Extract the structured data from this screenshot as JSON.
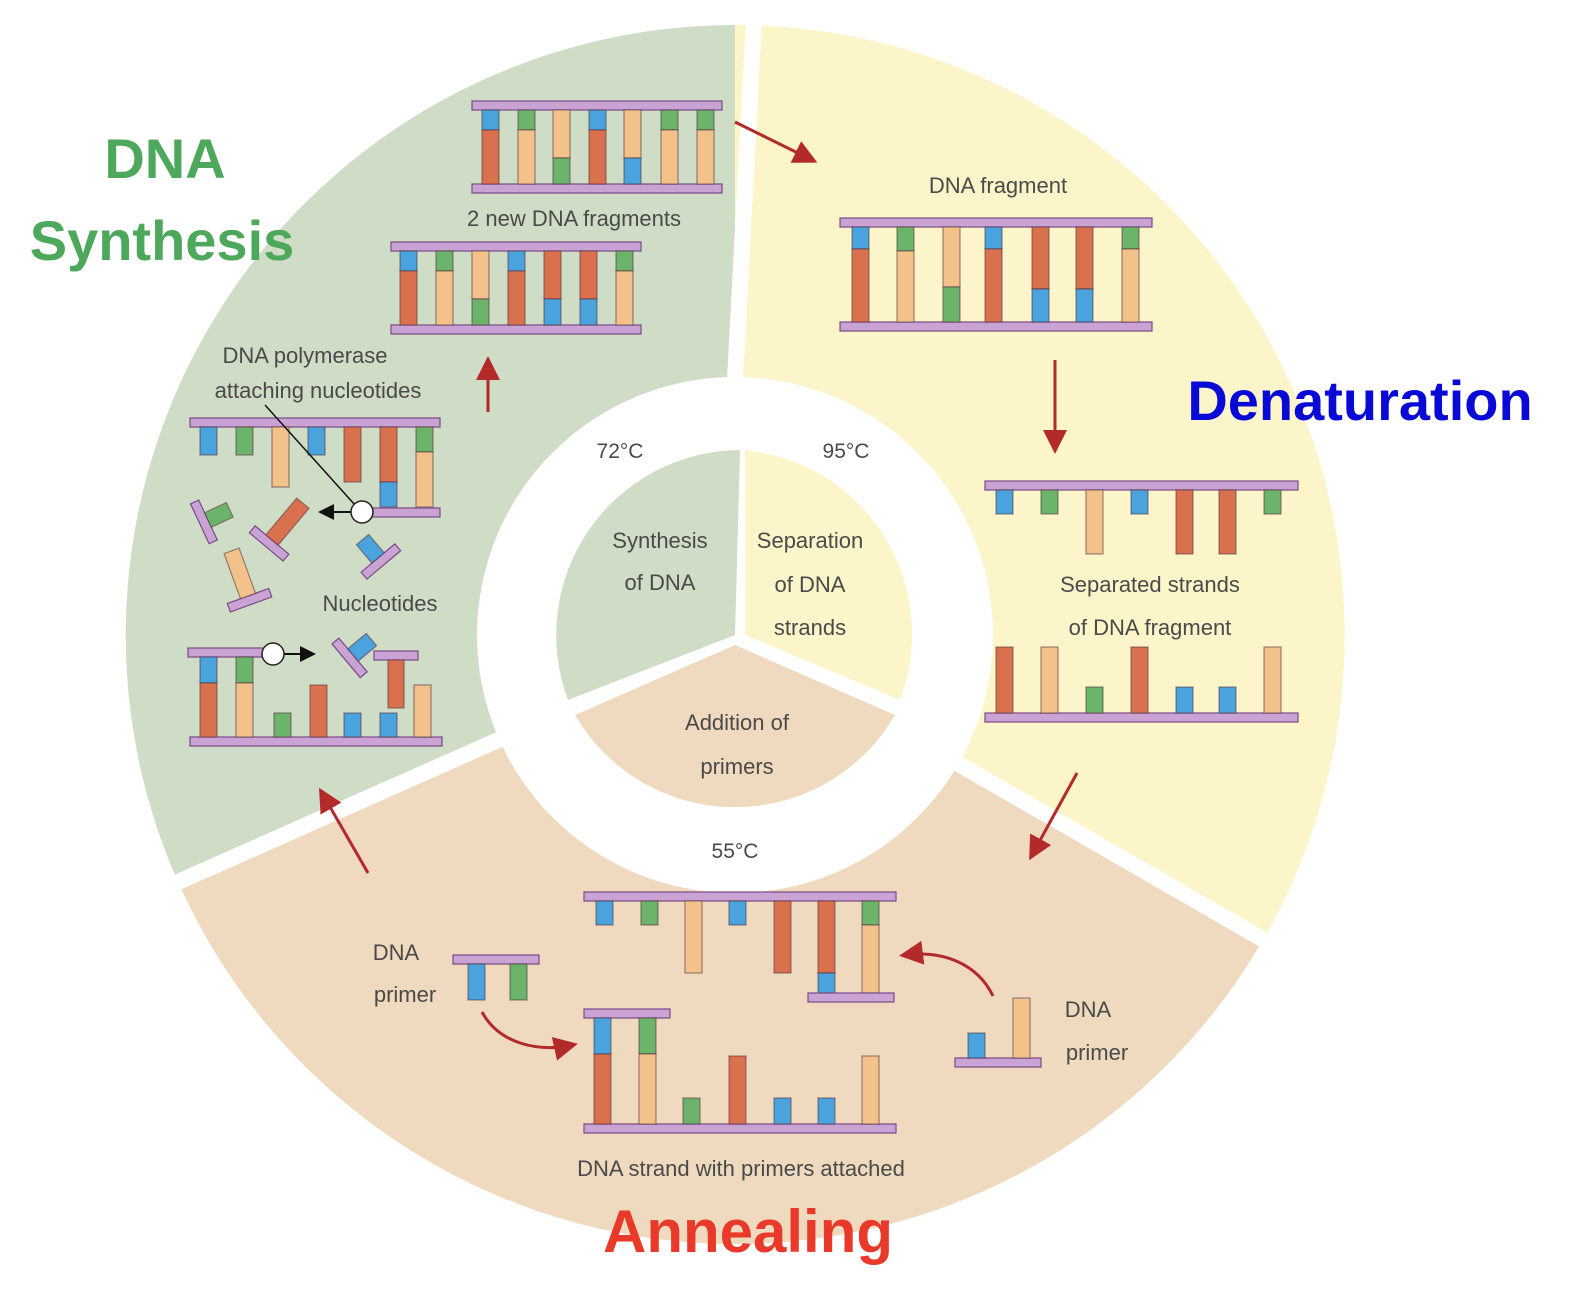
{
  "phases": {
    "synthesis": {
      "title_line1": "DNA",
      "title_line2": "Synthesis",
      "title_color": "#4ea85c",
      "sector_color": "#cfdcc6",
      "temperature": "72°C",
      "inner_line1": "Synthesis",
      "inner_line2": "of DNA",
      "label_new_fragments": "2 new DNA fragments",
      "label_polymerase_line1": "DNA polymerase",
      "label_polymerase_line2": "attaching nucleotides",
      "label_nucleotides": "Nucleotides"
    },
    "denaturation": {
      "title": "Denaturation",
      "title_color": "#0a0ad6",
      "sector_color": "#fbf5c9",
      "temperature": "95°C",
      "inner_line1": "Separation",
      "inner_line2": "of DNA",
      "inner_line3": "strands",
      "label_fragment": "DNA fragment",
      "label_separated_line1": "Separated strands",
      "label_separated_line2": "of DNA fragment"
    },
    "annealing": {
      "title": "Annealing",
      "title_color": "#e8392b",
      "sector_color": "#efd9bf",
      "temperature": "55°C",
      "inner_line1": "Addition of",
      "inner_line2": "primers",
      "label_primer_left_line1": "DNA",
      "label_primer_left_line2": "primer",
      "label_primer_right_line1": "DNA",
      "label_primer_right_line2": "primer",
      "label_strand": "DNA strand with primers attached"
    }
  },
  "colors": {
    "backbone": "#c9a3d3",
    "backbone_edge": "#7a4a86",
    "base_blue": "#4aa3dd",
    "base_green": "#6cb46c",
    "base_orange": "#f2c28a",
    "base_red": "#d9714f",
    "arrow": "#b22a2a"
  }
}
